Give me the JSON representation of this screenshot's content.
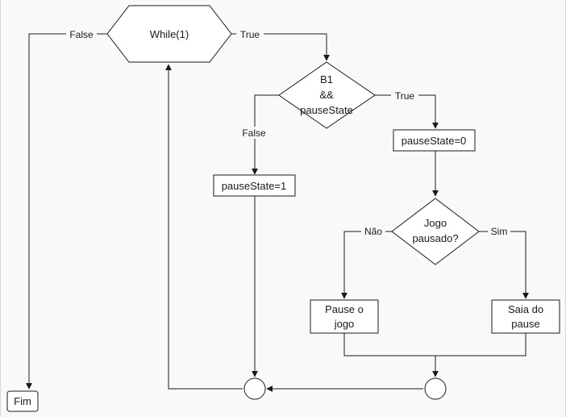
{
  "diagram": {
    "nodes": {
      "while": "While(1)",
      "cond_line1": "B1",
      "cond_line2": "&&",
      "cond_line3": "pauseState",
      "set_zero": "pauseState=0",
      "set_one": "pauseState=1",
      "paused_line1": "Jogo",
      "paused_line2": "pausado?",
      "pause_line1": "Pause o",
      "pause_line2": "jogo",
      "leave_line1": "Saia do",
      "leave_line2": "pause",
      "end": "Fim"
    },
    "edges": {
      "while_false": "False",
      "while_true": "True",
      "cond_true": "True",
      "cond_false": "False",
      "paused_no": "Não",
      "paused_yes": "Sim"
    }
  }
}
